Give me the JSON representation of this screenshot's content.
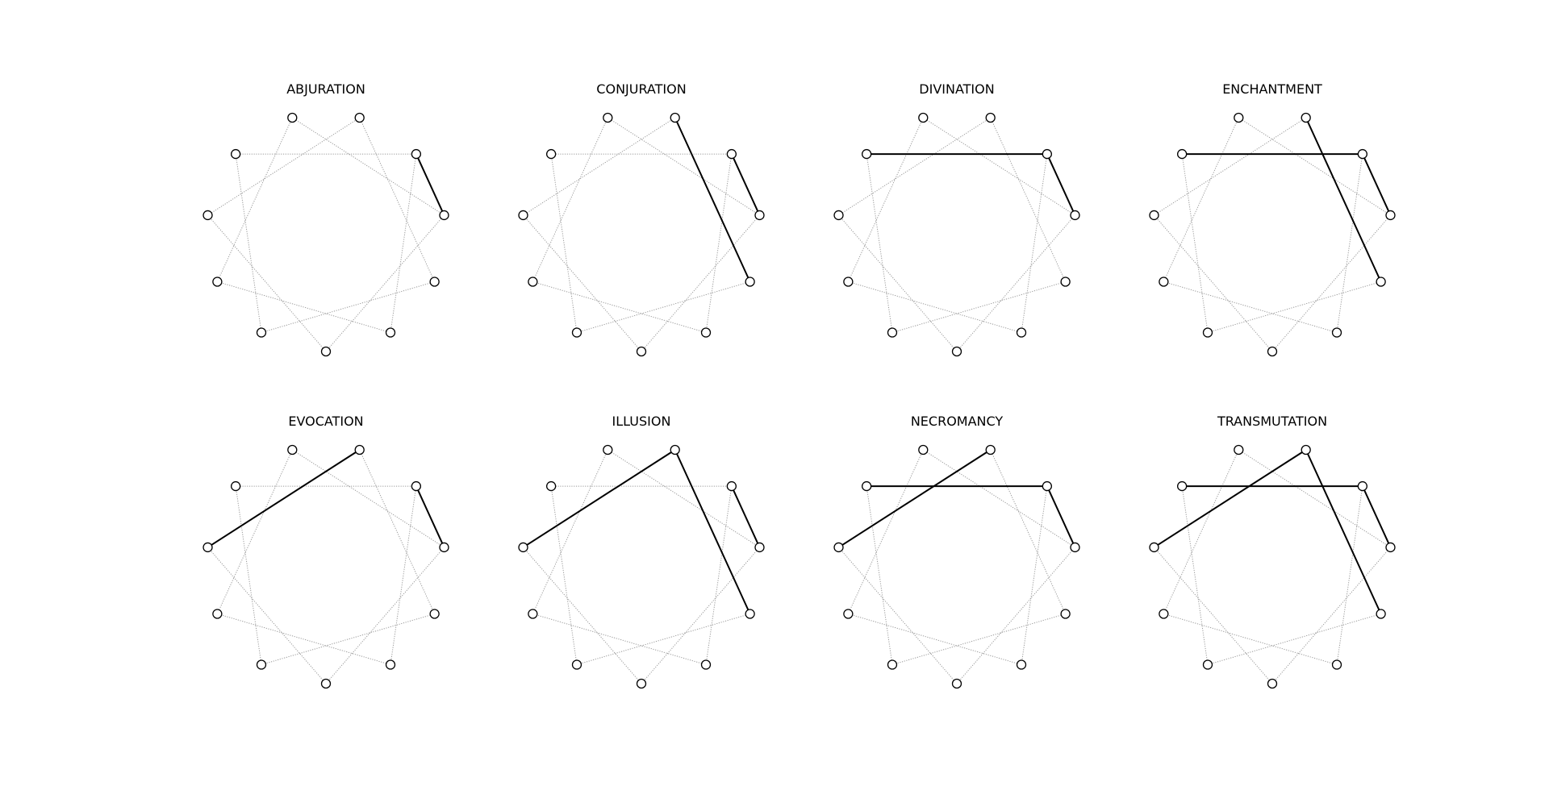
{
  "figure": {
    "colors": {
      "background": "#ffffff",
      "vertex_stroke": "#000000",
      "dotted_line": "#999999",
      "solid_line": "#000000",
      "title": "#000000"
    },
    "vertices_per_panel": 11,
    "star_step": 3,
    "layout": "2 rows x 4 columns"
  },
  "panels": [
    {
      "title": "ABJURATION",
      "solid_edges": [
        [
          1,
          2
        ]
      ]
    },
    {
      "title": "CONJURATION",
      "solid_edges": [
        [
          1,
          2
        ],
        [
          0,
          3
        ]
      ]
    },
    {
      "title": "DIVINATION",
      "solid_edges": [
        [
          1,
          2
        ],
        [
          1,
          9
        ]
      ]
    },
    {
      "title": "ENCHANTMENT",
      "solid_edges": [
        [
          1,
          2
        ],
        [
          0,
          3
        ],
        [
          1,
          9
        ]
      ]
    },
    {
      "title": "EVOCATION",
      "solid_edges": [
        [
          1,
          2
        ],
        [
          0,
          8
        ]
      ]
    },
    {
      "title": "ILLUSION",
      "solid_edges": [
        [
          1,
          2
        ],
        [
          0,
          3
        ],
        [
          0,
          8
        ]
      ]
    },
    {
      "title": "NECROMANCY",
      "solid_edges": [
        [
          1,
          2
        ],
        [
          1,
          9
        ],
        [
          0,
          8
        ]
      ]
    },
    {
      "title": "TRANSMUTATION",
      "solid_edges": [
        [
          1,
          2
        ],
        [
          0,
          3
        ],
        [
          1,
          9
        ],
        [
          0,
          8
        ]
      ]
    }
  ]
}
